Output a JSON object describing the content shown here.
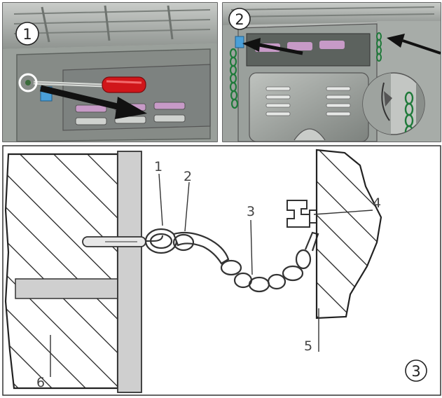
{
  "steps": [
    {
      "number": "1"
    },
    {
      "number": "2"
    },
    {
      "number": "3"
    }
  ],
  "callouts": [
    {
      "number": "1"
    },
    {
      "number": "2"
    },
    {
      "number": "3"
    },
    {
      "number": "4"
    },
    {
      "number": "5"
    },
    {
      "number": "6"
    }
  ],
  "colors": {
    "screwdriver": "#d0161a",
    "bracket": "#4a9fd8",
    "chain_green": "#1f7a3a",
    "hatch": "#222222"
  }
}
